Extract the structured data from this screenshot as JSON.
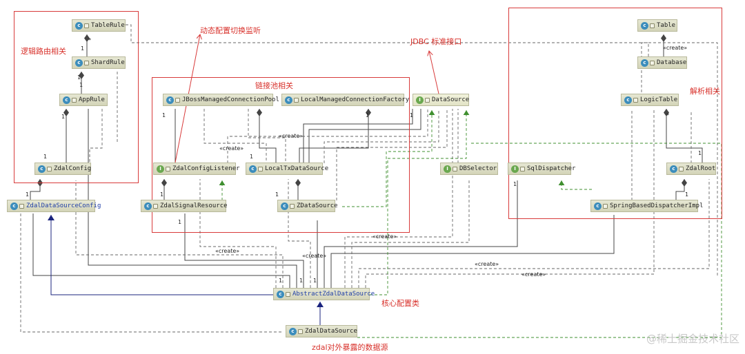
{
  "regions": {
    "logic_routing": "逻辑路由相关",
    "pool": "链接池相关",
    "parse": "解析相关",
    "dynamic_switch": "动态配置切换监听",
    "jdbc_interface": "JDBC 标准接口",
    "core_config": "核心配置类",
    "exposed_source": "zdal对外暴露的数据源"
  },
  "nodes": {
    "TableRule": "TableRule",
    "ShardRule": "ShardRule",
    "AppRule": "AppRule",
    "ZdalConfig": "ZdalConfig",
    "ZdalDataSourceConfig": "ZdalDataSourceConfig",
    "JBossManagedConnectionPool": "JBossManagedConnectionPool",
    "LocalManagedConnectionFactory": "LocalManagedConnectionFactory",
    "DataSource": "DataSource",
    "ZdalConfigListener": "ZdalConfigListener",
    "LocalTxDataSource": "LocalTxDataSource",
    "DBSelector": "DBSelector",
    "ZdalSignalResource": "ZdalSignalResource",
    "ZDataSource": "ZDataSource",
    "Table": "Table",
    "Database": "Database",
    "LogicTable": "LogicTable",
    "SqlDispatcher": "SqlDispatcher",
    "ZdalRoot": "ZdalRoot",
    "SpringBasedDispatcherImpl": "SpringBasedDispatcherImpl",
    "AbstractZdalDataSource": "AbstractZdalDataSource",
    "ZdalDataSource": "ZdalDataSource"
  },
  "edge_labels": {
    "create": "«create»",
    "one": "1",
    "star": "*"
  },
  "watermark": "@稀土掘金技术社区"
}
